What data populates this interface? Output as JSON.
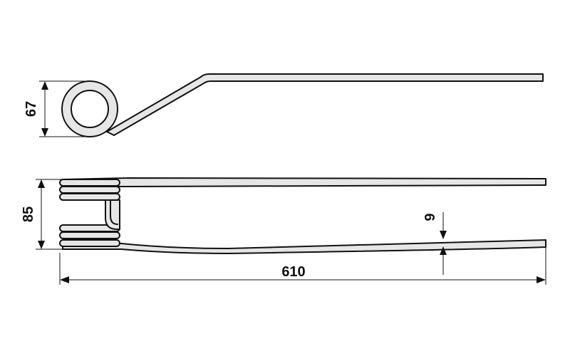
{
  "drawing": {
    "colors": {
      "line": "#111111",
      "part_fill": "#e6e6e6",
      "background": "#ffffff"
    },
    "dimensions": {
      "coil_height": "67",
      "assembly_height": "85",
      "overall_length": "610",
      "tip_offset": "9"
    }
  }
}
